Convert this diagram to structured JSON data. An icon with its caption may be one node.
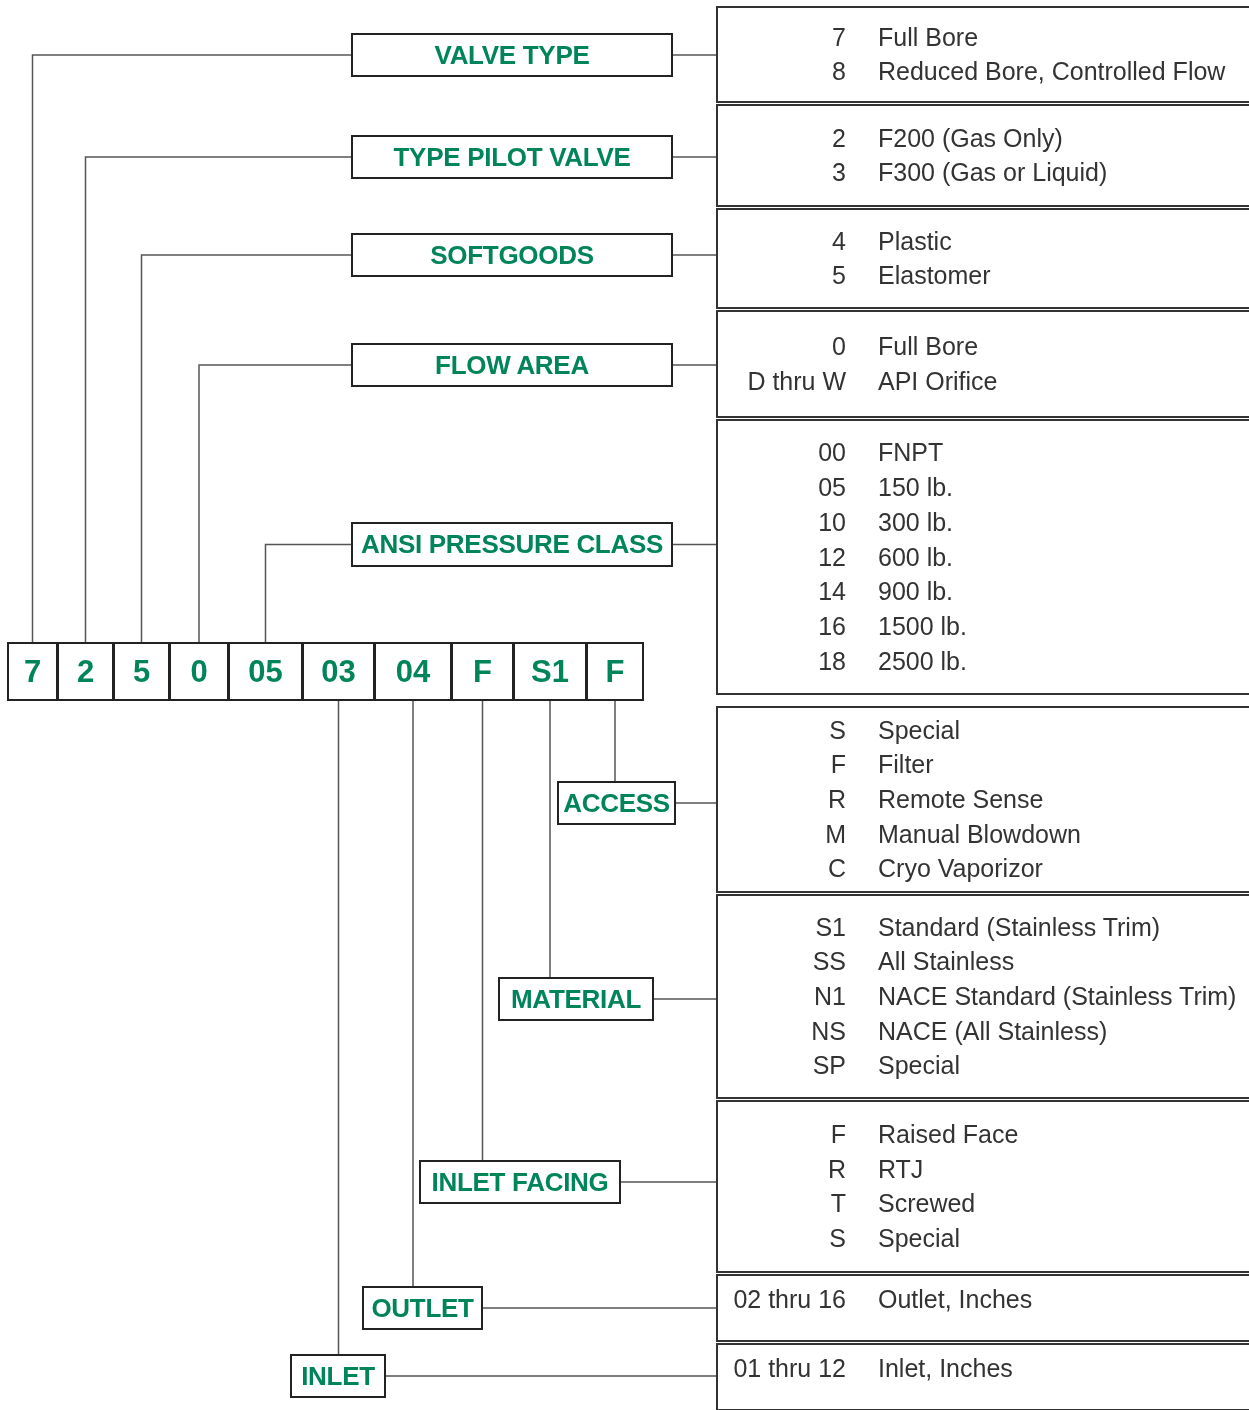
{
  "diagram": {
    "nodes": [
      {
        "text": [
          "VALVE TYPE"
        ]
      },
      {
        "text": [
          "7",
          "Full Bore",
          "8",
          "Reduced Bore, Controlled Flow"
        ]
      },
      {
        "text": [
          "TYPE PILOT VALVE"
        ]
      },
      {
        "text": [
          "2",
          "F200 (Gas Only)",
          "3",
          "F300 (Gas or Liquid)"
        ]
      },
      {
        "text": [
          "SOFTGOODS"
        ]
      },
      {
        "text": [
          "4",
          "Plastic",
          "5",
          "Elastomer"
        ]
      },
      {
        "text": [
          "FLOW AREA"
        ]
      },
      {
        "text": [
          "0",
          "Full Bore",
          "D thru W",
          "API Orifice"
        ]
      },
      {
        "text": [
          "ANSI PRESSURE CLASS"
        ]
      },
      {
        "text": [
          "00",
          "FNPT",
          "05",
          "150 lb.",
          "10",
          "300 lb.",
          "12",
          "600 lb.",
          "14",
          "900 lb.",
          "16",
          "1500 lb.",
          "18",
          "2500 lb."
        ]
      },
      {
        "text": [
          "7"
        ]
      },
      {
        "text": [
          "2"
        ]
      },
      {
        "text": [
          "5"
        ]
      },
      {
        "text": [
          "0"
        ]
      },
      {
        "text": [
          "05"
        ]
      },
      {
        "text": [
          "03"
        ]
      },
      {
        "text": [
          "04"
        ]
      },
      {
        "text": [
          "F"
        ]
      },
      {
        "text": [
          "S1"
        ]
      },
      {
        "text": [
          "F"
        ]
      },
      {
        "text": [
          "ACCESS"
        ]
      },
      {
        "text": [
          "S",
          "Special",
          "F",
          "Filter",
          "R",
          "Remote Sense",
          "M",
          "Manual Blowdown",
          "C",
          "Cryo Vaporizor"
        ]
      },
      {
        "text": [
          "MATERIAL"
        ]
      },
      {
        "text": [
          "S1",
          "Standard (Stainless Trim)",
          "SS",
          "All Stainless",
          "N1",
          "NACE Standard (Stainless Trim)",
          "NS",
          "NACE (All Stainless)",
          "SP",
          "Special"
        ]
      },
      {
        "text": [
          "INLET FACING"
        ]
      },
      {
        "text": [
          "F",
          "Raised Face",
          "R",
          "RTJ",
          "T",
          "Screwed",
          "S",
          "Special"
        ]
      },
      {
        "text": [
          "OUTLET"
        ]
      },
      {
        "text": [
          "02 thru 16",
          "Outlet, Inches"
        ]
      },
      {
        "text": [
          "INLET"
        ]
      },
      {
        "text": [
          "01 thru 12",
          "Inlet, Inches"
        ]
      }
    ],
    "edges": [
      {
        "from": 10,
        "to": 0,
        "arrow": "none"
      },
      {
        "from": 0,
        "to": 1,
        "arrow": "none"
      },
      {
        "from": 11,
        "to": 2,
        "arrow": "none"
      },
      {
        "from": 2,
        "to": 3,
        "arrow": "none"
      },
      {
        "from": 12,
        "to": 4,
        "arrow": "none"
      },
      {
        "from": 4,
        "to": 5,
        "arrow": "none"
      },
      {
        "from": 13,
        "to": 6,
        "arrow": "none"
      },
      {
        "from": 6,
        "to": 7,
        "arrow": "none"
      },
      {
        "from": 14,
        "to": 8,
        "arrow": "none"
      },
      {
        "from": 8,
        "to": 9,
        "arrow": "none"
      },
      {
        "from": 19,
        "to": 20,
        "arrow": "none"
      },
      {
        "from": 20,
        "to": 21,
        "arrow": "none"
      },
      {
        "from": 18,
        "to": 22,
        "arrow": "none"
      },
      {
        "from": 22,
        "to": 23,
        "arrow": "none"
      },
      {
        "from": 17,
        "to": 24,
        "arrow": "none"
      },
      {
        "from": 24,
        "to": 25,
        "arrow": "none"
      },
      {
        "from": 16,
        "to": 26,
        "arrow": "none"
      },
      {
        "from": 26,
        "to": 27,
        "arrow": "none"
      },
      {
        "from": 15,
        "to": 28,
        "arrow": "none"
      },
      {
        "from": 28,
        "to": 29,
        "arrow": "none"
      }
    ]
  }
}
